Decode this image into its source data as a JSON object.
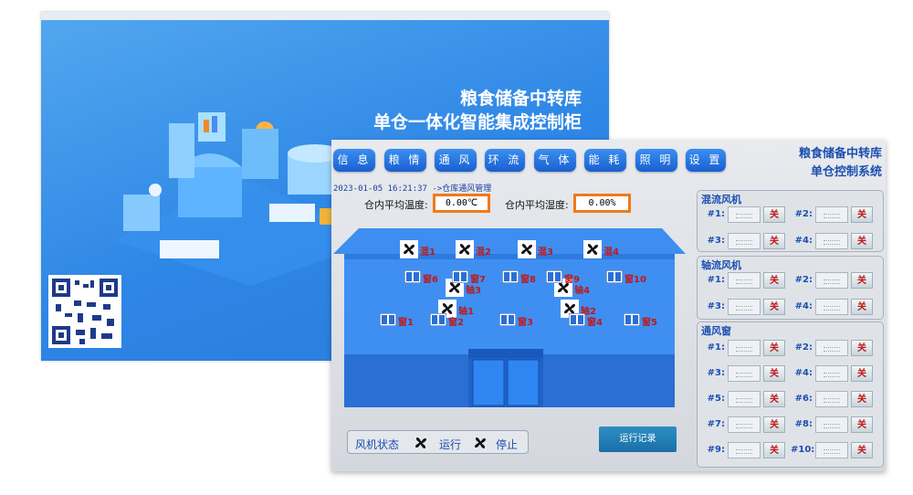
{
  "splash": {
    "title_line1": "粮食储备中转库",
    "title_line2": "单仓一体化智能集成控制柜"
  },
  "panel": {
    "nav": [
      "信 息",
      "粮 情",
      "通 风",
      "环 流",
      "气 体",
      "能 耗",
      "照 明",
      "设 置"
    ],
    "title_line1": "粮食储备中转库",
    "title_line2": "单仓控制系统",
    "timestamp": "2023-01-05 16:21:37",
    "breadcrumb": "->仓库通风管理",
    "temp_label": "仓内平均温度:",
    "temp_value": "0.00℃",
    "hum_label": "仓内平均湿度:",
    "hum_value": "0.00%",
    "fans": [
      {
        "label": "混1"
      },
      {
        "label": "混2"
      },
      {
        "label": "混3"
      },
      {
        "label": "混4"
      },
      {
        "label": "轴3"
      },
      {
        "label": "轴4"
      },
      {
        "label": "轴1"
      },
      {
        "label": "轴2"
      }
    ],
    "windows": [
      {
        "label": "窗6"
      },
      {
        "label": "窗7"
      },
      {
        "label": "窗8"
      },
      {
        "label": "窗9"
      },
      {
        "label": "窗10"
      },
      {
        "label": "窗1"
      },
      {
        "label": "窗2"
      },
      {
        "label": "窗3"
      },
      {
        "label": "窗4"
      },
      {
        "label": "窗5"
      }
    ],
    "status": {
      "label": "风机状态",
      "running": "运行",
      "stopped": "停止"
    },
    "record_button": "运行记录",
    "groups": [
      {
        "title": "混流风机",
        "items": [
          "#1:",
          "#2:",
          "#3:",
          "#4:"
        ]
      },
      {
        "title": "轴流风机",
        "items": [
          "#1:",
          "#2:",
          "#3:",
          "#4:"
        ]
      },
      {
        "title": "通风窗",
        "items": [
          "#1:",
          "#2:",
          "#3:",
          "#4:",
          "#5:",
          "#6:",
          "#7:",
          "#8:",
          "#9:",
          "#10:"
        ]
      }
    ],
    "off_label": "关"
  },
  "colors": {
    "nav_blue": "#1a5fd0",
    "value_border": "#f07a1a",
    "label_red": "#c01818",
    "building_blue": "#3d8ef0"
  }
}
